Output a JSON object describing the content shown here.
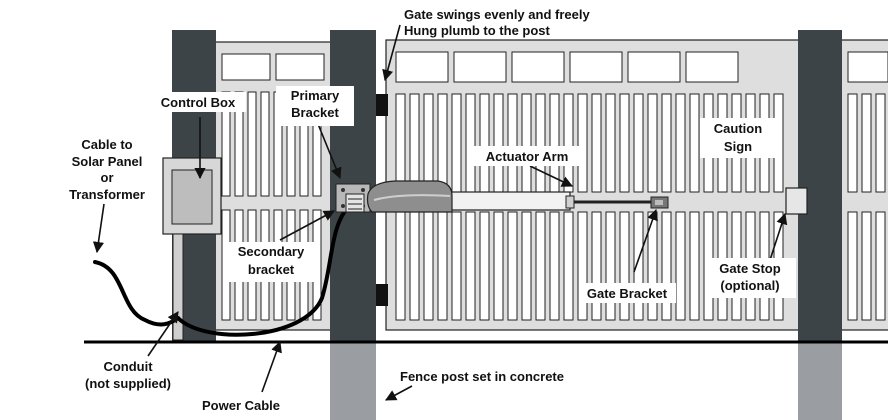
{
  "colors": {
    "post": "#3d4447",
    "post_concrete": "#9a9ea2",
    "gate_frame": "#dedede",
    "outline": "#222222",
    "ground": "#000000",
    "actuator": "#8e8e8e"
  },
  "labels": {
    "gate_swings_line1": "Gate swings evenly and freely",
    "gate_swings_line2": "Hung plumb to the post",
    "control_box": "Control Box",
    "primary_bracket_line1": "Primary",
    "primary_bracket_line2": "Bracket",
    "cable_line1": "Cable to",
    "cable_line2": "Solar Panel",
    "cable_line3": "or",
    "cable_line4": "Transformer",
    "actuator_arm": "Actuator Arm",
    "caution_sign_line1": "Caution",
    "caution_sign_line2": "Sign",
    "secondary_bracket_line1": "Secondary",
    "secondary_bracket_line2": "bracket",
    "gate_stop_line1": "Gate Stop",
    "gate_stop_line2": "(optional)",
    "gate_bracket": "Gate Bracket",
    "conduit_line1": "Conduit",
    "conduit_line2": "(not supplied)",
    "fence_post": "Fence post set in concrete",
    "power_cable": "Power Cable"
  }
}
